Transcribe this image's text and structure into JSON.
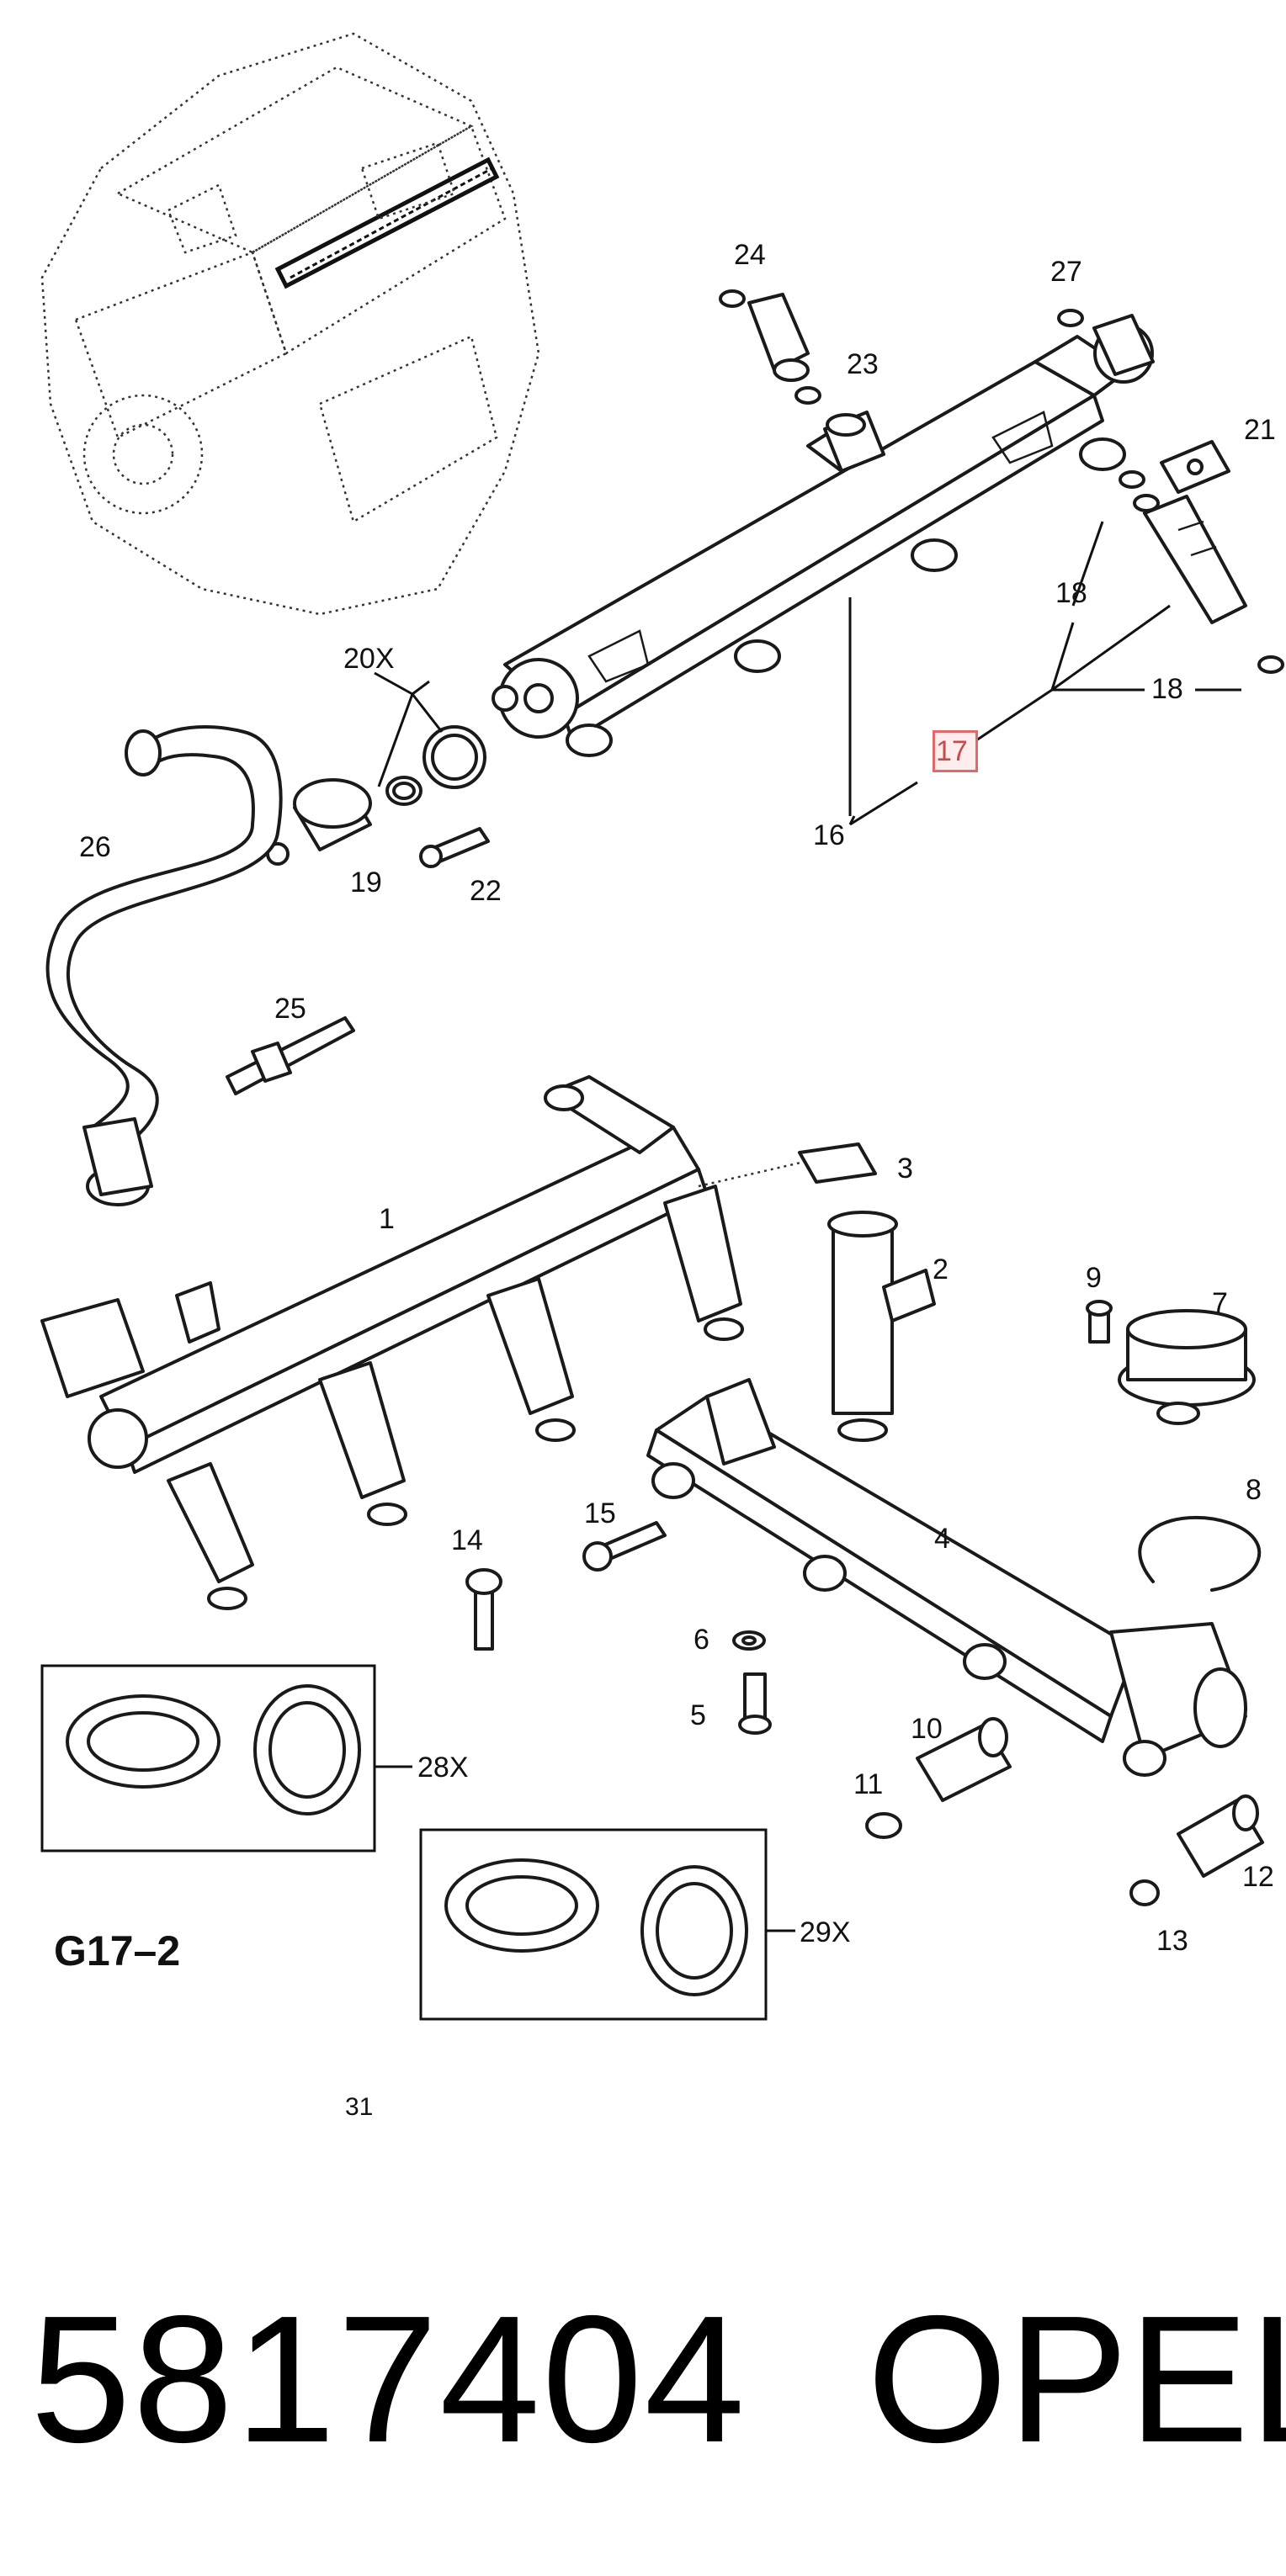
{
  "diagram": {
    "code": "G17–2",
    "page_number": "31",
    "highlighted_callout": "17",
    "callouts": [
      {
        "id": "c1",
        "text": "1"
      },
      {
        "id": "c2",
        "text": "2"
      },
      {
        "id": "c3",
        "text": "3"
      },
      {
        "id": "c4",
        "text": "4"
      },
      {
        "id": "c5",
        "text": "5"
      },
      {
        "id": "c6",
        "text": "6"
      },
      {
        "id": "c7",
        "text": "7"
      },
      {
        "id": "c8",
        "text": "8"
      },
      {
        "id": "c9",
        "text": "9"
      },
      {
        "id": "c10",
        "text": "10"
      },
      {
        "id": "c11",
        "text": "11"
      },
      {
        "id": "c12",
        "text": "12"
      },
      {
        "id": "c13",
        "text": "13"
      },
      {
        "id": "c14",
        "text": "14"
      },
      {
        "id": "c15",
        "text": "15"
      },
      {
        "id": "c16",
        "text": "16"
      },
      {
        "id": "c18a",
        "text": "18"
      },
      {
        "id": "c18b",
        "text": "18"
      },
      {
        "id": "c19",
        "text": "19"
      },
      {
        "id": "c20",
        "text": "20X"
      },
      {
        "id": "c21",
        "text": "21"
      },
      {
        "id": "c22",
        "text": "22"
      },
      {
        "id": "c23",
        "text": "23"
      },
      {
        "id": "c24",
        "text": "24"
      },
      {
        "id": "c25",
        "text": "25"
      },
      {
        "id": "c26",
        "text": "26"
      },
      {
        "id": "c27",
        "text": "27"
      },
      {
        "id": "c28",
        "text": "28X"
      },
      {
        "id": "c29",
        "text": "29X"
      }
    ]
  },
  "footer": {
    "part_number": "5817404",
    "brand": "OPEL"
  }
}
